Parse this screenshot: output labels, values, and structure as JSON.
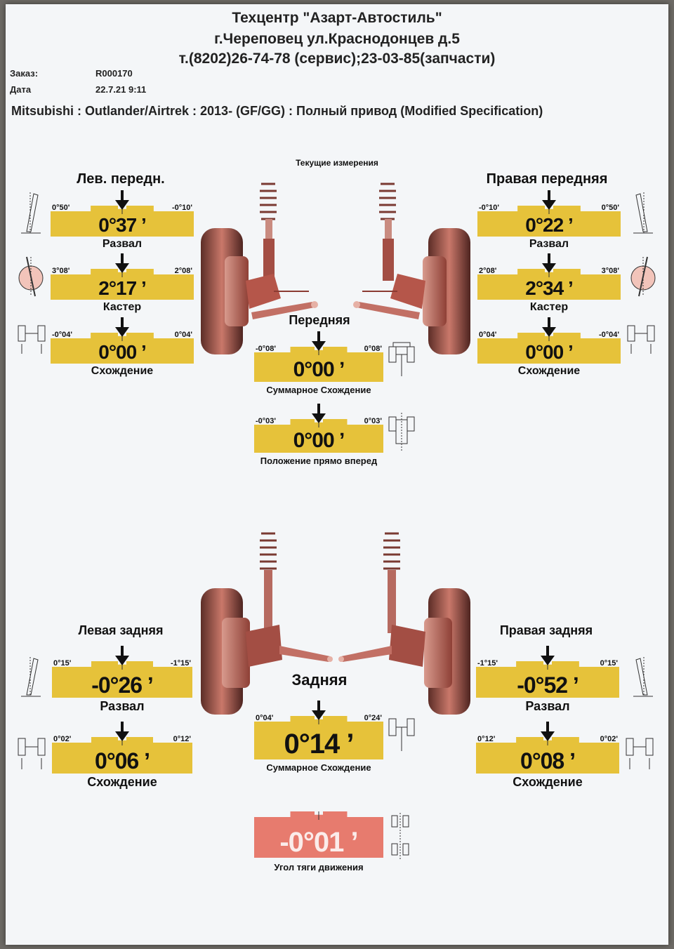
{
  "header": {
    "company": "Техцентр \"Азарт-Автостиль\"",
    "address": "г.Череповец ул.Краснодонцев д.5",
    "phones": "т.(8202)26-74-78 (сервис);23-03-85(запчасти)"
  },
  "order": {
    "label": "Заказ:",
    "value": "R000170"
  },
  "date": {
    "label": "Дата",
    "value": "22.7.21 9:11"
  },
  "vehicle": "Mitsubishi : Outlander/Airtrek : 2013-   (GF/GG) : Полный привод (Modified Specification)",
  "current_label": "Текущие измерения",
  "front": {
    "axle_title": "Передняя",
    "left": {
      "title": "Лев. передн.",
      "camber": {
        "min": "0°50'",
        "max": "-0°10'",
        "value": "0°37 ʼ",
        "label": "Развал"
      },
      "caster": {
        "min": "3°08'",
        "max": "2°08'",
        "value": "2°17 ʼ",
        "label": "Кастер"
      },
      "toe": {
        "min": "-0°04'",
        "max": "0°04'",
        "value": "0°00 ʼ",
        "label": "Схождение"
      }
    },
    "right": {
      "title": "Правая передняя",
      "camber": {
        "min": "-0°10'",
        "max": "0°50'",
        "value": "0°22 ʼ",
        "label": "Развал"
      },
      "caster": {
        "min": "2°08'",
        "max": "3°08'",
        "value": "2°34 ʼ",
        "label": "Кастер"
      },
      "toe": {
        "min": "0°04'",
        "max": "-0°04'",
        "value": "0°00 ʼ",
        "label": "Схождение"
      }
    },
    "total_toe": {
      "min": "-0°08'",
      "max": "0°08'",
      "value": "0°00 ʼ",
      "label": "Суммарное Схождение"
    },
    "straight": {
      "min": "-0°03'",
      "max": "0°03'",
      "value": "0°00 ʼ",
      "label": "Положение прямо вперед"
    }
  },
  "rear": {
    "axle_title": "Задняя",
    "left": {
      "title": "Левая задняя",
      "camber": {
        "min": "0°15'",
        "max": "-1°15'",
        "value": "-0°26 ʼ",
        "label": "Развал"
      },
      "toe": {
        "min": "0°02'",
        "max": "0°12'",
        "value": "0°06 ʼ",
        "label": "Схождение"
      }
    },
    "right": {
      "title": "Правая задняя",
      "camber": {
        "min": "-1°15'",
        "max": "0°15'",
        "value": "-0°52 ʼ",
        "label": "Развал"
      },
      "toe": {
        "min": "0°12'",
        "max": "0°02'",
        "value": "0°08 ʼ",
        "label": "Схождение"
      }
    },
    "total_toe": {
      "min": "0°04'",
      "max": "0°24'",
      "value": "0°14 ʼ",
      "label": "Суммарное Схождение"
    },
    "thrust": {
      "value": "-0°01 ʼ",
      "label": "Угол тяги движения"
    }
  },
  "colors": {
    "in_spec": "#e6c23a",
    "out_spec": "#e77b6e",
    "suspension": "#b5564a"
  }
}
